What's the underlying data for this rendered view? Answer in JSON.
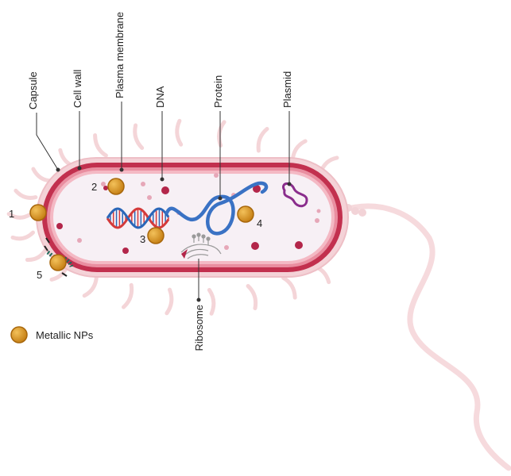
{
  "labels": {
    "capsule": "Capsule",
    "cell_wall": "Cell wall",
    "plasma_membrane": "Plasma membrane",
    "dna": "DNA",
    "protein": "Protein",
    "plasmid": "Plasmid",
    "ribosome": "Ribosome"
  },
  "sites": {
    "n1": "1",
    "n2": "2",
    "n3": "3",
    "n4": "4",
    "n5": "5"
  },
  "legend": {
    "label": "Metallic NPs"
  },
  "colors": {
    "capsule": "#f2cdd2",
    "wall": "#c2304e",
    "membrane": "#e89aa6",
    "cytoplasm": "#f7f0f5",
    "nanoparticle": "#d8941c",
    "nanoparticle_edge": "#a8670c",
    "dna_red": "#d43a3a",
    "dna_blue": "#2a66b8",
    "protein": "#3a72c4",
    "plasmid": "#8a2d8c",
    "granule_dark": "#b3264a",
    "granule_light": "#e6a7b8",
    "pili": "#f4d5d8",
    "peptide": "#1f6b5c"
  }
}
